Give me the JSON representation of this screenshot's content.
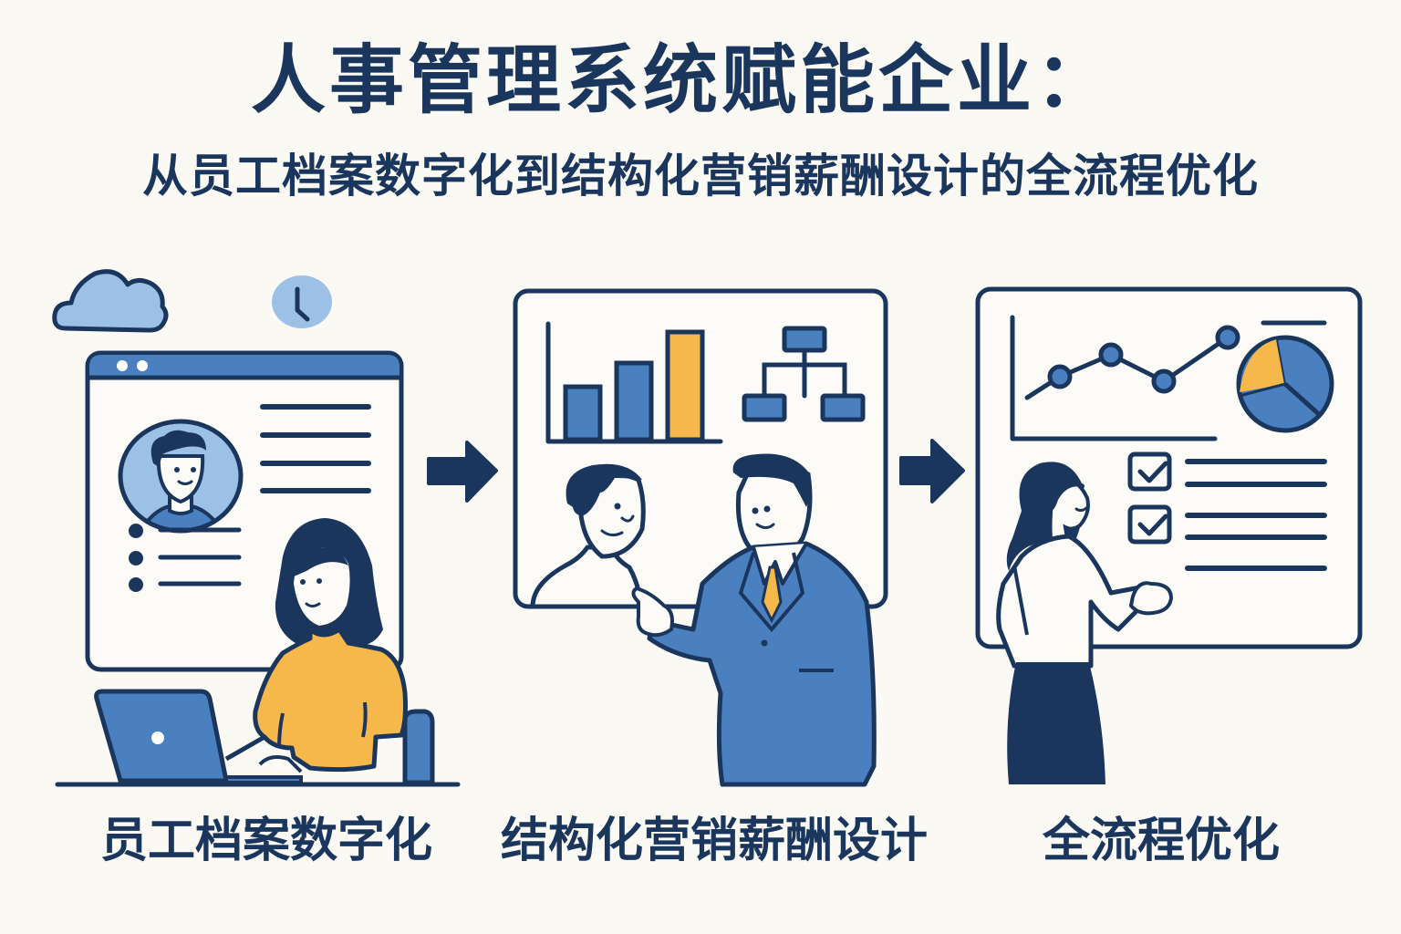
{
  "header": {
    "title": "人事管理系统赋能企业：",
    "subtitle": "从员工档案数字化到结构化营销薪酬设计的全流程优化"
  },
  "steps": [
    {
      "label": "员工档案数字化",
      "illustration": "woman-at-laptop-with-employee-profile-window",
      "icons": [
        "cloud-icon",
        "clock-icon",
        "browser-window-icon",
        "profile-avatar-icon",
        "laptop-icon"
      ]
    },
    {
      "label": "结构化营销薪酬设计",
      "illustration": "businessman-presenting-bar-chart-and-org-chart",
      "icons": [
        "bar-chart-icon",
        "org-chart-icon",
        "person-portrait-icon"
      ]
    },
    {
      "label": "全流程优化",
      "illustration": "woman-presenting-dashboard-with-checklist",
      "icons": [
        "line-chart-icon",
        "pie-chart-icon",
        "checkbox-icon"
      ]
    }
  ],
  "arrows": [
    "arrow-right-icon",
    "arrow-right-icon"
  ],
  "colors": {
    "background": "#faf9f4",
    "navy": "#1b365d",
    "blue": "#4a80bf",
    "light_blue": "#9dc1e6",
    "yellow": "#f7b84b",
    "white": "#fcfbf7"
  },
  "chart_data": [
    {
      "type": "bar",
      "title": "",
      "categories": [
        "1",
        "2",
        "3"
      ],
      "values": [
        3,
        5,
        7
      ],
      "highlight_index": 2,
      "xlabel": "",
      "ylabel": ""
    },
    {
      "type": "line",
      "title": "",
      "x": [
        1,
        2,
        3,
        4
      ],
      "values": [
        3,
        4,
        2.5,
        6
      ],
      "xlabel": "",
      "ylabel": ""
    },
    {
      "type": "pie",
      "title": "",
      "categories": [
        "yellow",
        "blue-large",
        "blue-small"
      ],
      "values": [
        25,
        40,
        35
      ]
    }
  ]
}
